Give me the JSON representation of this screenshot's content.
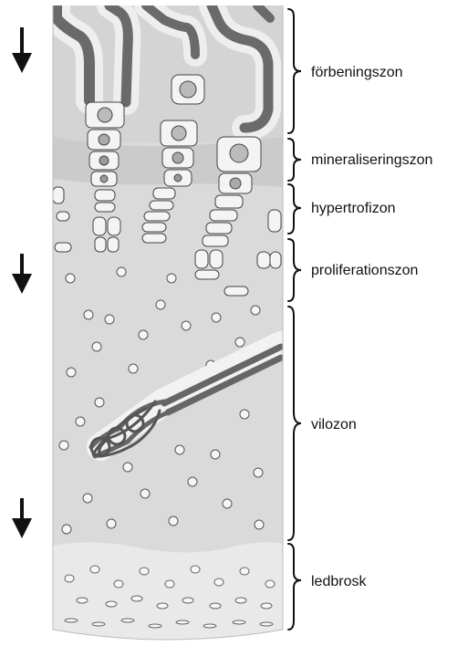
{
  "zones": [
    {
      "id": "forbeningszon",
      "label": "förbeningszon"
    },
    {
      "id": "mineraliseringszon",
      "label": "mineraliseringszon"
    },
    {
      "id": "hypertrofizon",
      "label": "hypertrofizon"
    },
    {
      "id": "proliferationszon",
      "label": "proliferationszon"
    },
    {
      "id": "vilozon",
      "label": "vilozon"
    },
    {
      "id": "ledbrosk",
      "label": "ledbrosk"
    }
  ],
  "arrows": [
    {
      "direction": "down"
    },
    {
      "direction": "down"
    },
    {
      "direction": "down"
    }
  ],
  "colors": {
    "ossification": "#d4d4d4",
    "mineral": "#cbcbcb",
    "cartilage": "#dadada",
    "articular": "#e9e9e9",
    "trabecula": "#6a6a6a",
    "cell_outline": "#444444",
    "brace": "#111111"
  }
}
